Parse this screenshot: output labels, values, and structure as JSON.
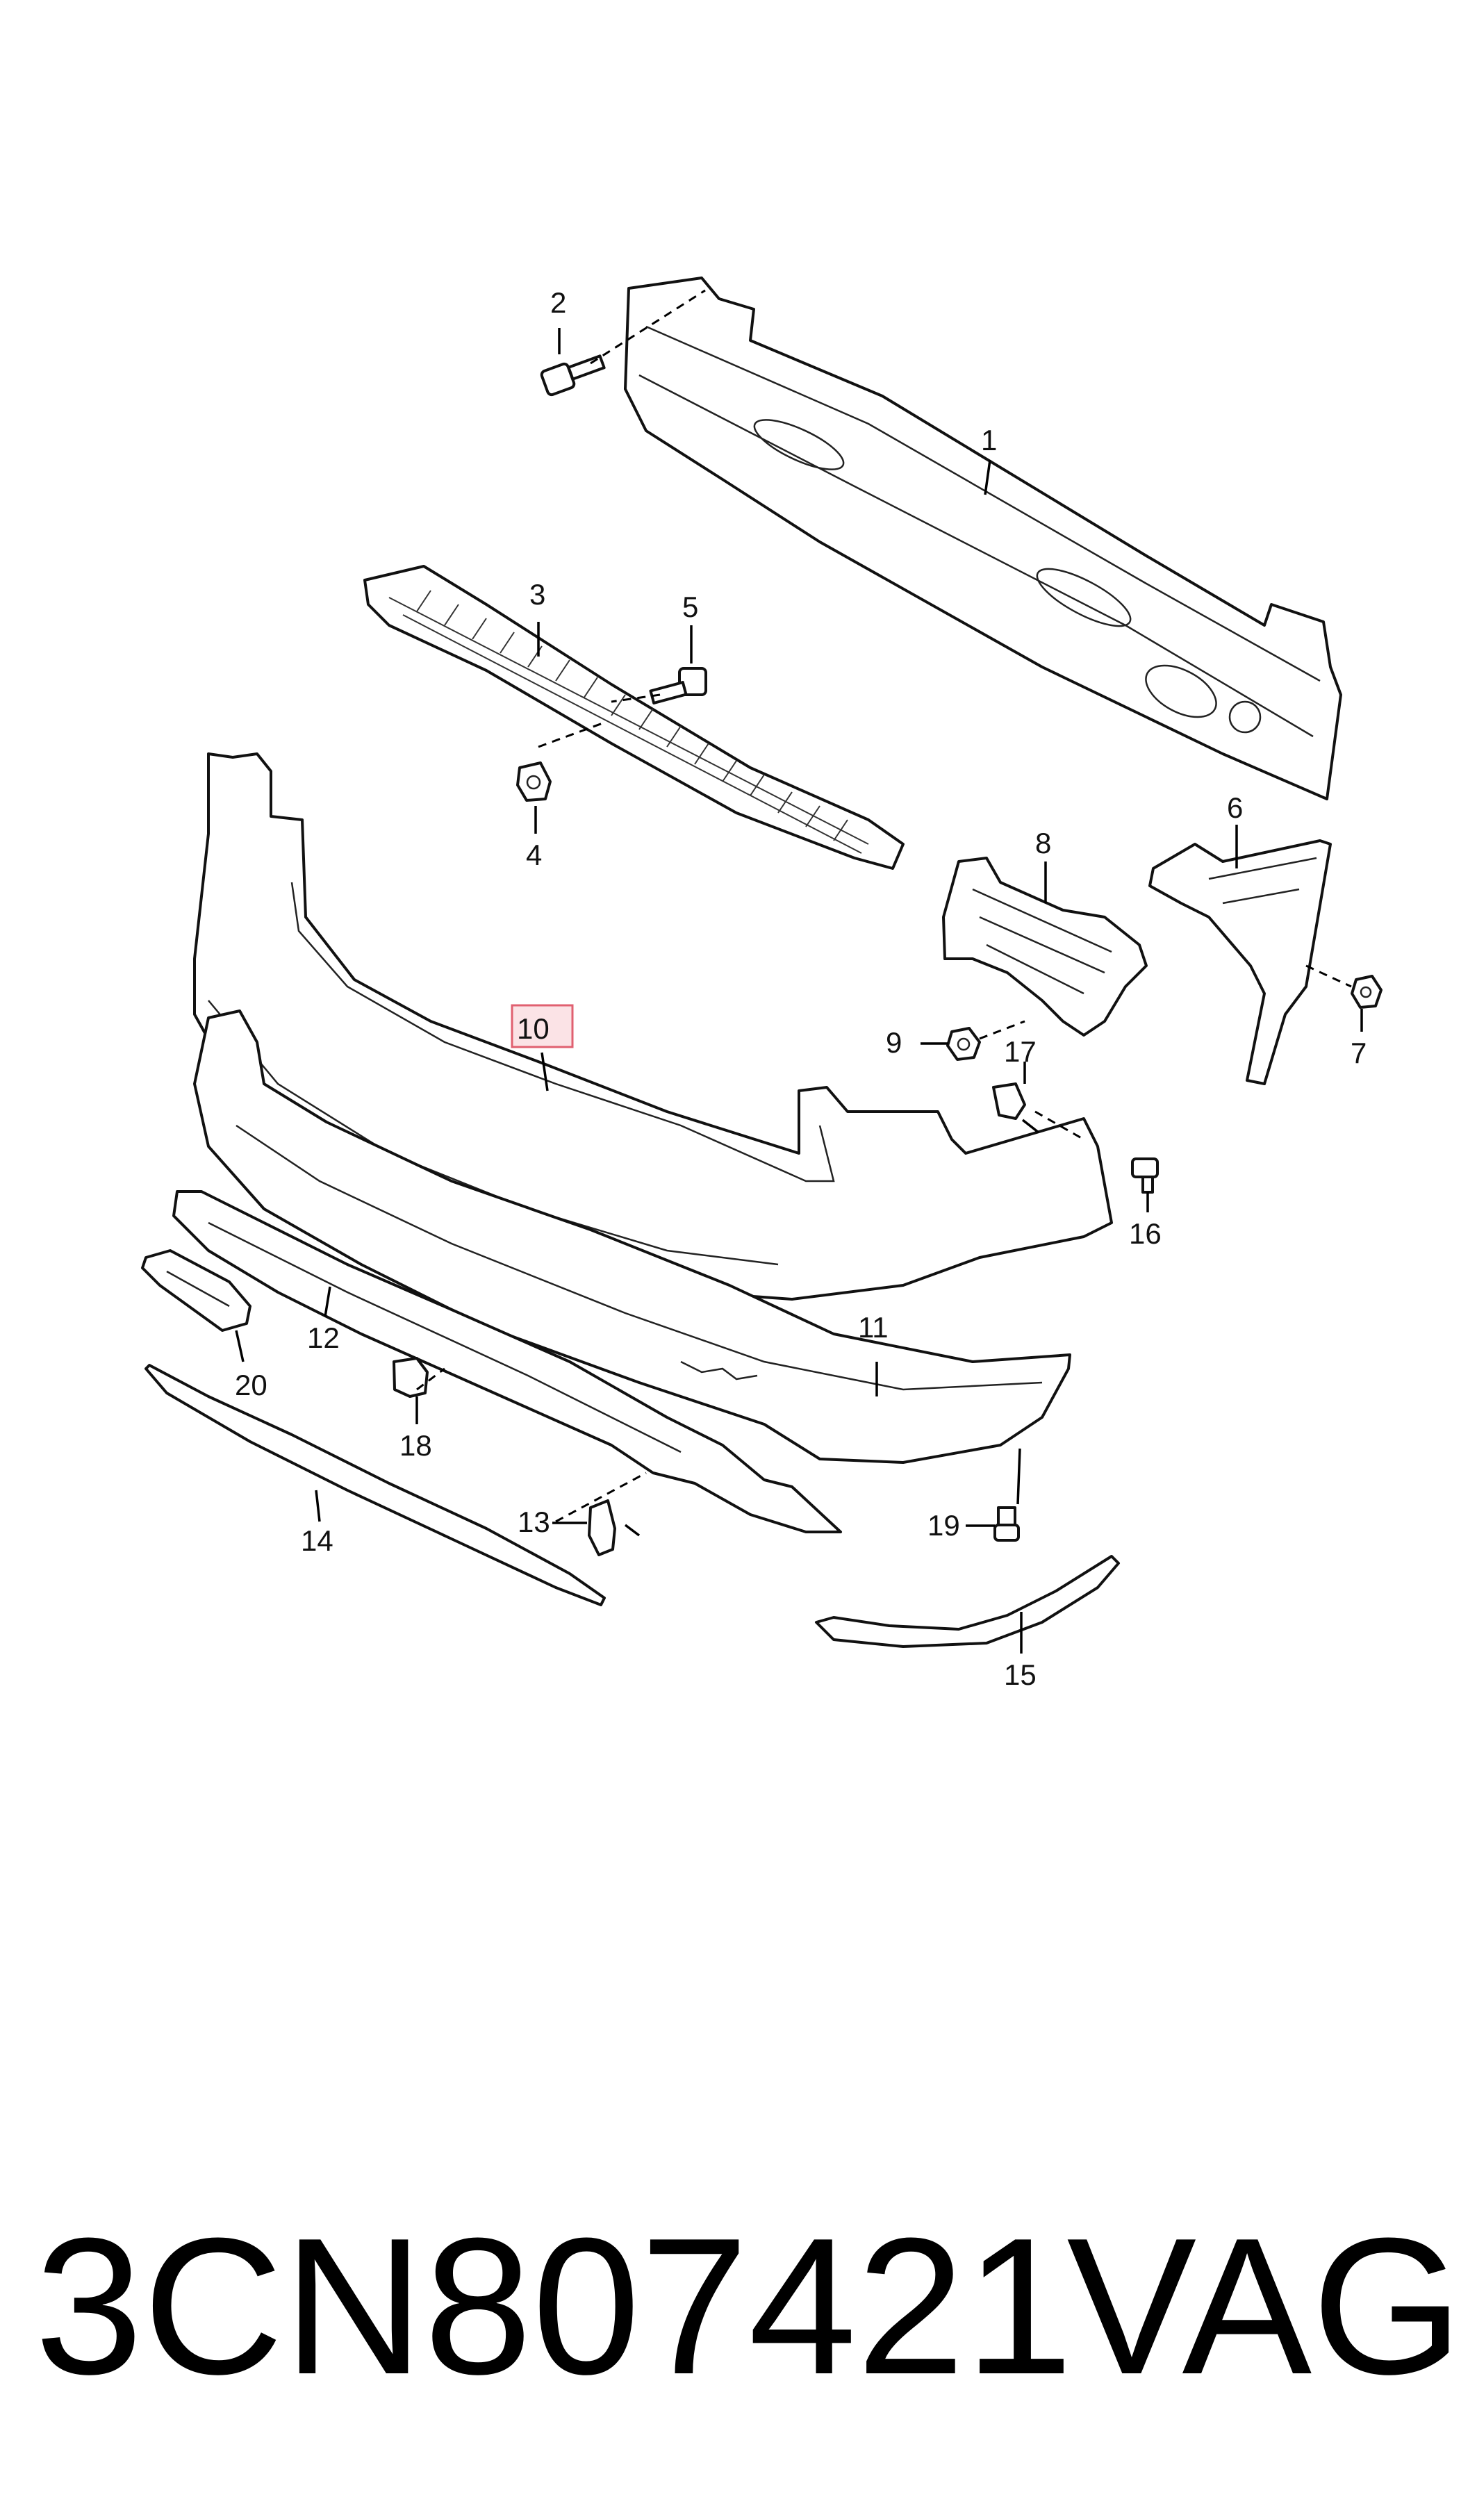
{
  "diagram": {
    "callouts": {
      "c1": "1",
      "c2": "2",
      "c3": "3",
      "c4": "4",
      "c5": "5",
      "c6": "6",
      "c7": "7",
      "c8": "8",
      "c9": "9",
      "c10": "10",
      "c11": "11",
      "c12": "12",
      "c13": "13",
      "c14": "14",
      "c15": "15",
      "c16": "16",
      "c17": "17",
      "c18": "18",
      "c19": "19",
      "c20": "20"
    },
    "highlighted_callout": "10",
    "highlight_color": "#e06070"
  },
  "footer": {
    "part_number": "3CN807421",
    "brand": "VAG"
  }
}
